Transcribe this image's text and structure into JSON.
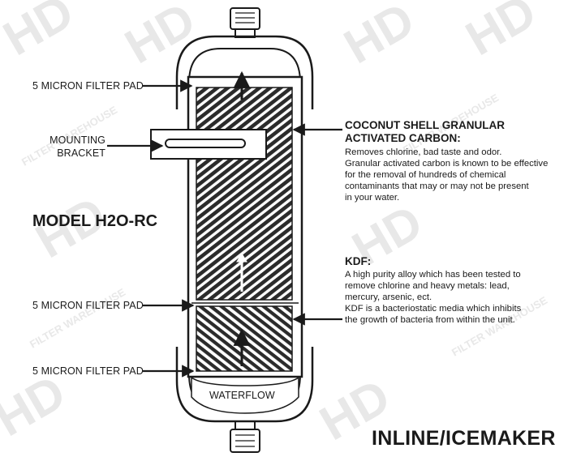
{
  "title": "MODEL H2O-RC",
  "subtitle": "INLINE/ICEMAKER",
  "watermark": {
    "logo": "HD",
    "text": "FILTER WAREHOUSE"
  },
  "labels": {
    "filter_pad_top": "5 MICRON FILTER PAD",
    "mounting_bracket_line1": "MOUNTING",
    "mounting_bracket_line2": "BRACKET",
    "filter_pad_middle": "5 MICRON FILTER PAD",
    "filter_pad_bottom": "5 MICRON FILTER PAD",
    "waterflow": "WATERFLOW"
  },
  "carbon": {
    "title_line1": "COCONUT SHELL GRANULAR",
    "title_line2": "ACTIVATED CARBON:",
    "body": [
      "Removes chlorine, bad taste and odor.",
      "Granular activated carbon is known to be effective",
      "for the removal of hundreds of chemical",
      "contaminants that may or may not be present",
      "in your water."
    ]
  },
  "kdf": {
    "title": "KDF:",
    "body": [
      "A high purity alloy which has been tested to",
      "remove chlorine and heavy metals: lead,",
      "mercury, arsenic, ect.",
      "KDF is a bacteriostatic media which inhibits",
      "the growth of bacteria from within the unit."
    ]
  },
  "colors": {
    "ink": "#1a1a1a",
    "watermark": "#e6e6e6"
  }
}
